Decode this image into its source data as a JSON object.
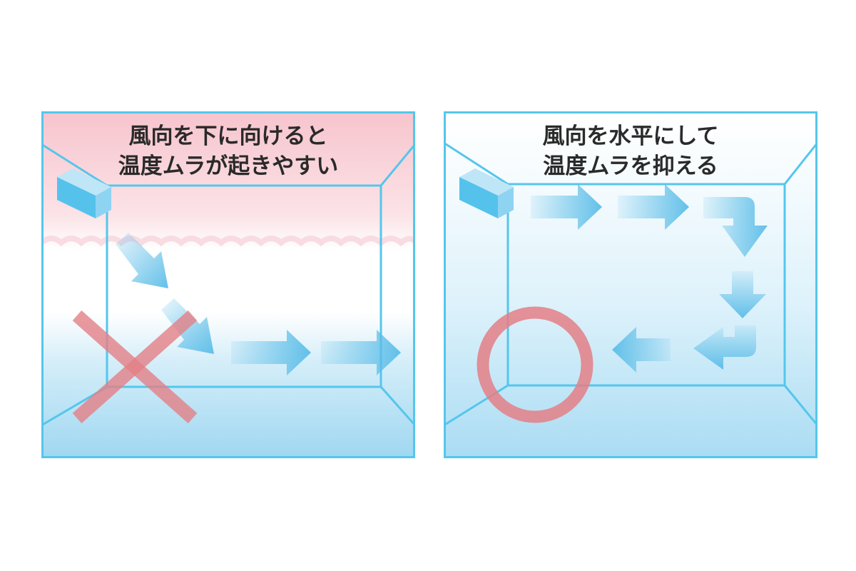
{
  "panels": [
    {
      "id": "left",
      "caption_lines": [
        "風向を下に向けると",
        "温度ムラが起きやすい"
      ],
      "verdict": "cross",
      "verdict_color": "#e47f86"
    },
    {
      "id": "right",
      "caption_lines": [
        "風向を水平にして",
        "温度ムラを抑える"
      ],
      "verdict": "circle",
      "verdict_color": "#e47f86"
    }
  ],
  "colors": {
    "frame": "#55c6ec",
    "warm_air": "#f7c9d1",
    "cool_air": "#9fd7f1",
    "arrow": "#5bbde8"
  }
}
